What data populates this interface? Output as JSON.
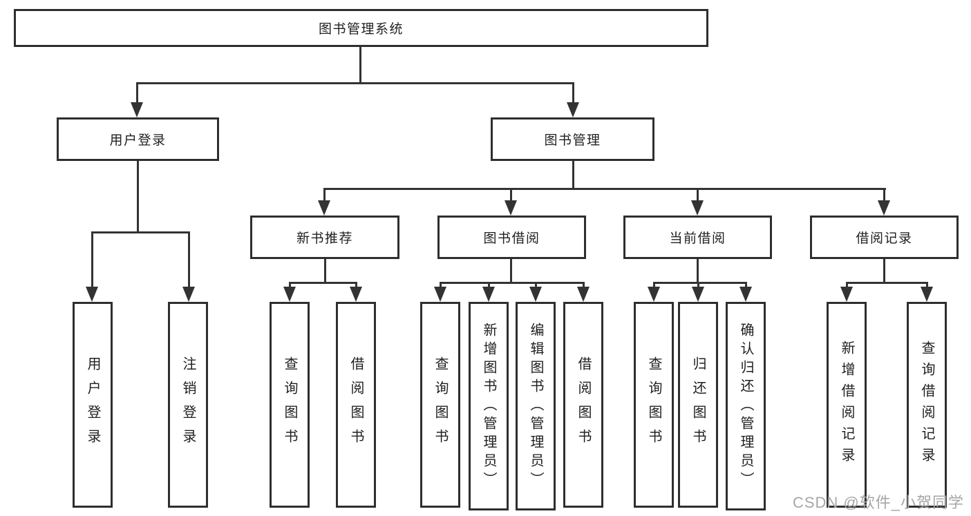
{
  "diagram": {
    "root": "图书管理系统",
    "level2": {
      "user_login": "用户登录",
      "book_management": "图书管理"
    },
    "level3": {
      "new_book_recommend": "新书推荐",
      "book_borrowing": "图书借阅",
      "current_borrowing": "当前借阅",
      "borrowing_records": "借阅记录"
    },
    "leaves": {
      "user_login": "用户登录",
      "logout": "注销登录",
      "recommend_query_books": "查询图书",
      "recommend_borrow_books": "借阅图书",
      "borrowing_query_books": "查询图书",
      "borrowing_add_books": "新增图书（管理员）",
      "borrowing_edit_books": "编辑图书（管理员）",
      "borrowing_borrow_books": "借阅图书",
      "current_query_books": "查询图书",
      "current_return_books": "归还图书",
      "current_confirm_return": "确认归还（管理员）",
      "records_add_record": "新增借阅记录",
      "records_query_record": "查询借阅记录"
    },
    "colors": {
      "line": "#333333",
      "border": "#2e2e2e",
      "text": "#1f1f1f",
      "background": "#ffffff",
      "watermark": "#a6a6a6"
    }
  },
  "page": {
    "watermark": "CSDN @软件_小贺同学"
  }
}
